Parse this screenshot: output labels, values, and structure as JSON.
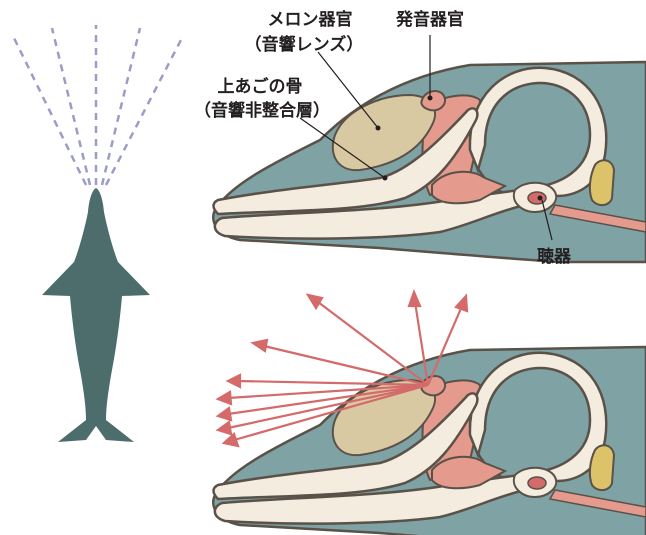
{
  "labels": {
    "melon": "メロン器官",
    "melon_sub": "（音響レンズ）",
    "phonic": "発音器官",
    "jaw": "上あごの骨",
    "jaw_sub": "（音響非整合層）",
    "ear": "聴器"
  },
  "colors": {
    "body": "#7fa3a5",
    "outline": "#5a5148",
    "bone": "#f3ecdf",
    "melon": "#d8c9a3",
    "tissue": "#e49a8c",
    "ear_yellow": "#dcc36a",
    "sound_beam": "#d46a6a",
    "dolphin": "#4c6d6c",
    "echo_lines": "#9c9cc9"
  }
}
